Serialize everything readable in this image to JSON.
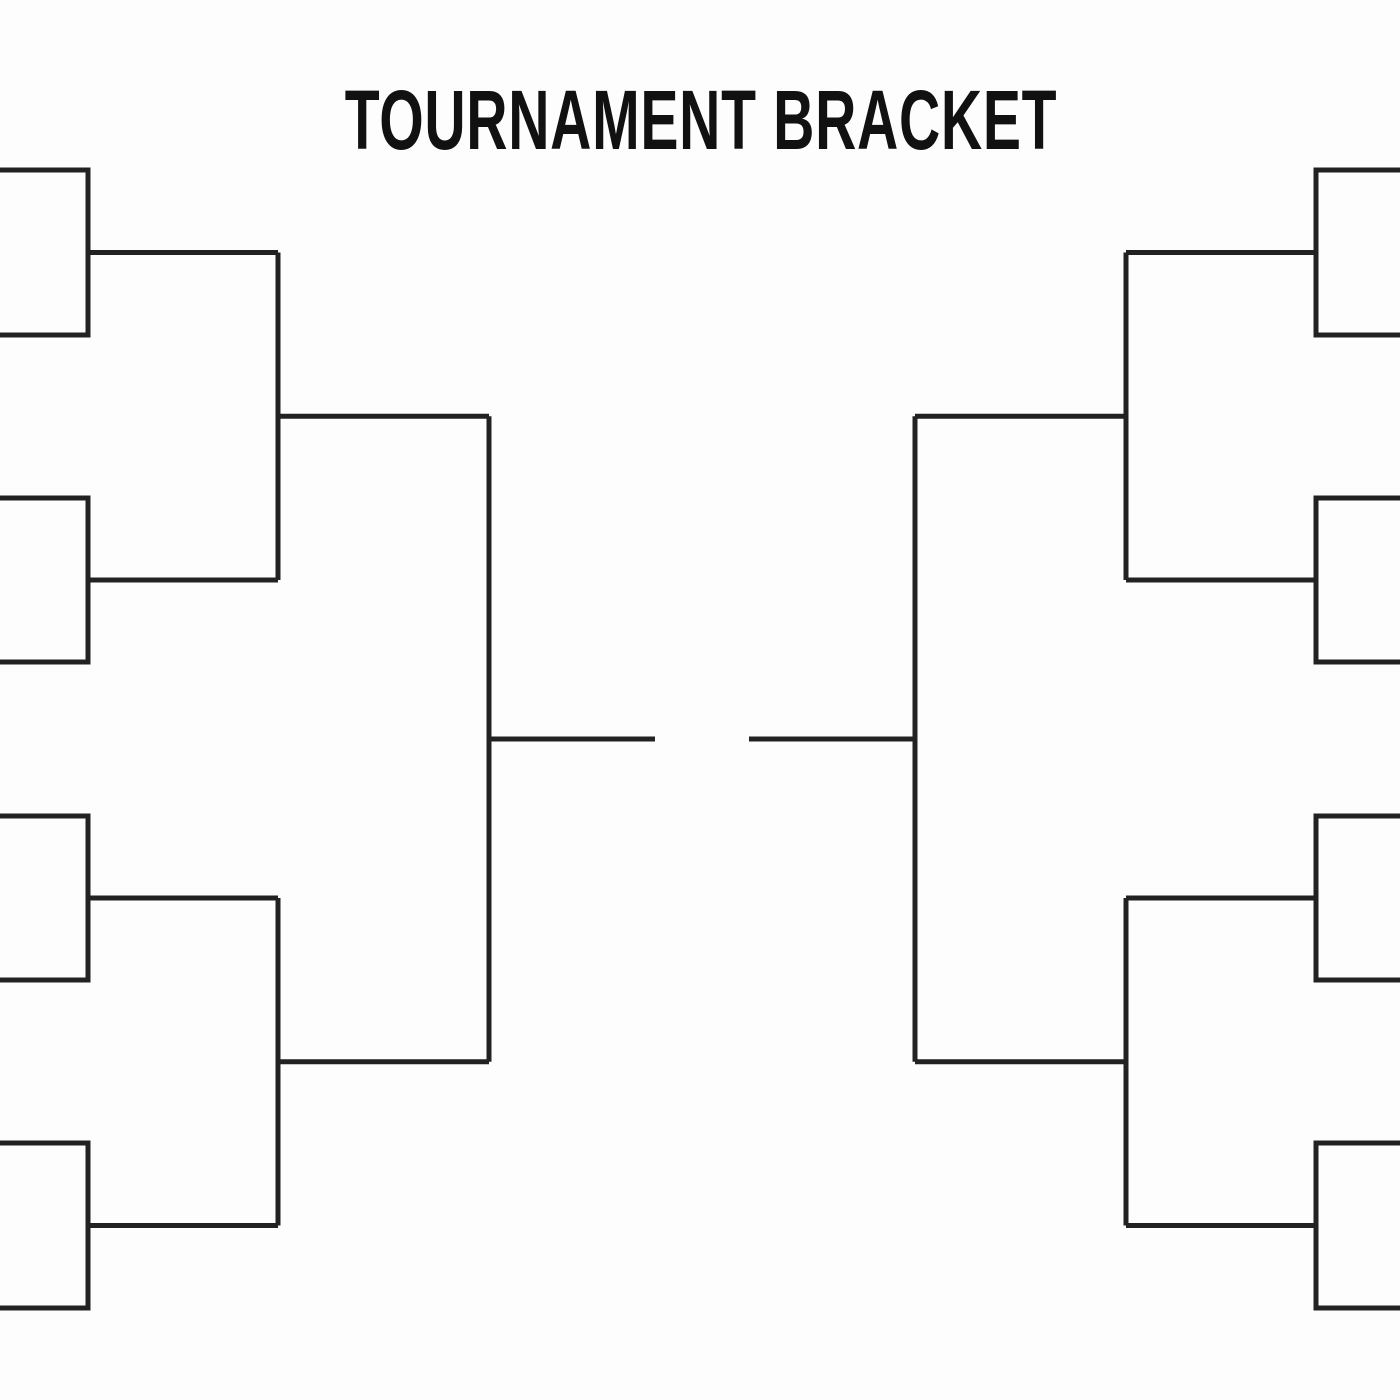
{
  "title": "TOURNAMENT BRACKET",
  "line_color": "#222222",
  "structure": {
    "sides": [
      "left",
      "right"
    ],
    "first_round_slots_per_side": 8,
    "rounds_per_side": 3,
    "final": true
  }
}
